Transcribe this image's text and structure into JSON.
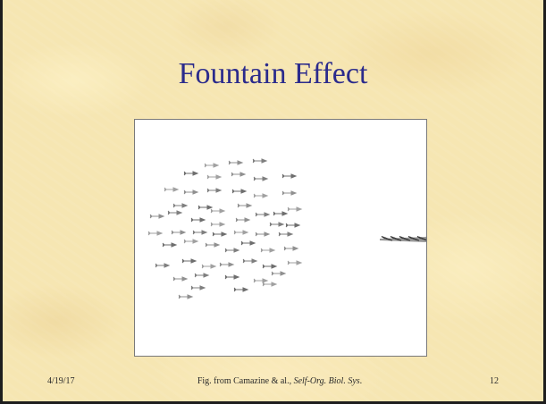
{
  "slide": {
    "title": "Fountain Effect",
    "footer": {
      "date": "4/19/17",
      "caption_prefix": "Fig. from Camazine & al., ",
      "caption_italic": "Self-Org. Biol. Sys",
      "caption_suffix": ".",
      "page_number": "12"
    }
  },
  "colors": {
    "background": "#f6e6b2",
    "title": "#2b2b8c",
    "frame": "#1e1e1e",
    "fish": "#555555"
  },
  "figure": {
    "description_icon": "fish-school-illustration"
  }
}
